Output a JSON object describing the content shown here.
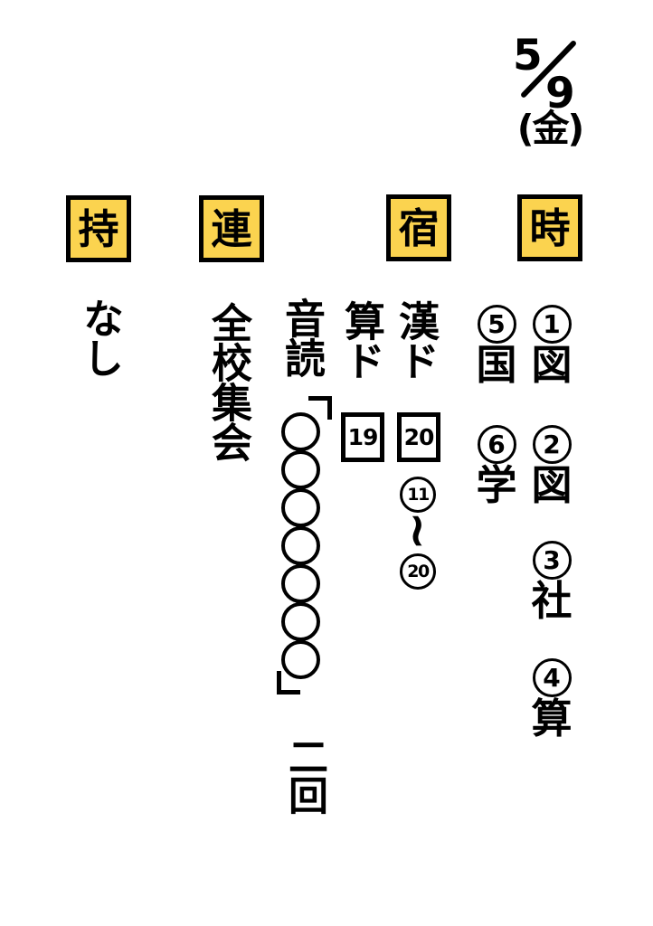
{
  "colors": {
    "badge_bg": "#FBD34F",
    "ink": "#000000",
    "paper": "#FFFFFF"
  },
  "date": {
    "month": "5",
    "day": "9",
    "separator": "/",
    "weekday": "(金)"
  },
  "timetable": {
    "badge": "時",
    "periods": [
      {
        "num": "1",
        "subject": "図"
      },
      {
        "num": "2",
        "subject": "図"
      },
      {
        "num": "3",
        "subject": "社"
      },
      {
        "num": "4",
        "subject": "算"
      },
      {
        "num": "5",
        "subject": "国"
      },
      {
        "num": "6",
        "subject": "学"
      }
    ]
  },
  "homework": {
    "badge": "宿",
    "kanji_drill": {
      "label": "漢ド",
      "page": "20",
      "range_start": "11",
      "range_tilde": "~",
      "range_end": "20"
    },
    "math_drill": {
      "label": "算ド",
      "page": "19"
    },
    "reading": {
      "label": "音読",
      "open_quote": "「",
      "close_quote": "」",
      "title_placeholder_circles": 7,
      "times": "二回"
    }
  },
  "notices": {
    "badge": "連",
    "text": "全校集会"
  },
  "belongings": {
    "badge": "持",
    "text": "なし"
  }
}
